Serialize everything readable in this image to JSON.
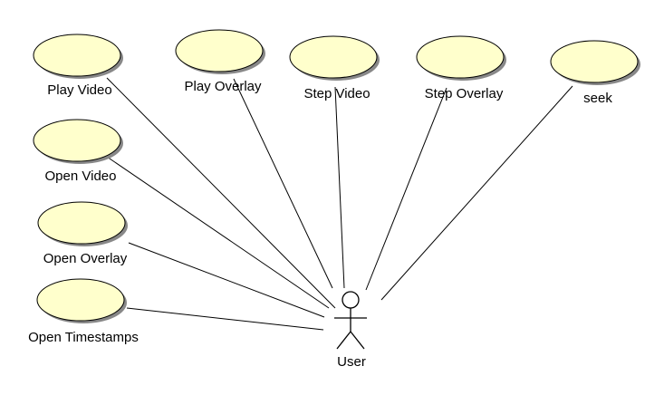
{
  "diagram": {
    "actor": {
      "label": "User"
    },
    "use_cases": [
      {
        "id": "play-video",
        "label": "Play Video"
      },
      {
        "id": "play-overlay",
        "label": "Play Overlay"
      },
      {
        "id": "step-video",
        "label": "Step Video"
      },
      {
        "id": "step-overlay",
        "label": "Step Overlay"
      },
      {
        "id": "seek",
        "label": "seek"
      },
      {
        "id": "open-video",
        "label": "Open Video"
      },
      {
        "id": "open-overlay",
        "label": "Open Overlay"
      },
      {
        "id": "open-timestamps",
        "label": "Open Timestamps"
      }
    ],
    "colors": {
      "use_case_fill": "#ffffcc",
      "shadow": "#888888",
      "stroke": "#000000"
    }
  }
}
